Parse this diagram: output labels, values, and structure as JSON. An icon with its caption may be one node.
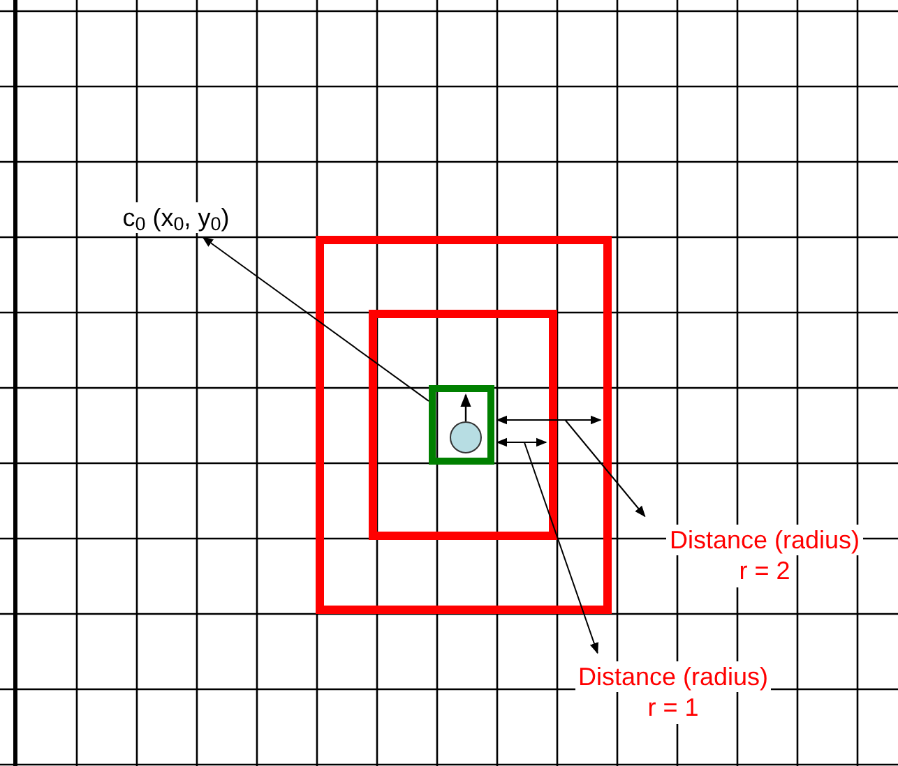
{
  "diagram": {
    "nodes": [
      {
        "text": [
          "c$_{0}$ (x$_{0}$, y$_{0}$)"
        ]
      },
      {
        "text": [],
        "shape": "box"
      },
      {
        "text": [],
        "shape": "box",
        "in": 1
      },
      {
        "text": [],
        "shape": "box",
        "in": 2
      },
      {
        "text": [],
        "shape": "circle",
        "in": 3
      },
      {
        "text": [
          "Distance (radius)",
          "r = 2"
        ]
      },
      {
        "text": [
          "Distance (radius)",
          "r = 1"
        ]
      },
      {
        "text": [],
        "shape": "bar",
        "in": 1
      },
      {
        "text": [],
        "shape": "bar",
        "in": 2
      }
    ],
    "edges": [
      {
        "from": 3,
        "to": 0,
        "arrow": "to"
      },
      {
        "from": 7,
        "to": 5,
        "arrow": "to"
      },
      {
        "from": 8,
        "to": 6,
        "arrow": "to"
      },
      {
        "from": 4,
        "to": 3,
        "arrow": "to"
      }
    ]
  }
}
